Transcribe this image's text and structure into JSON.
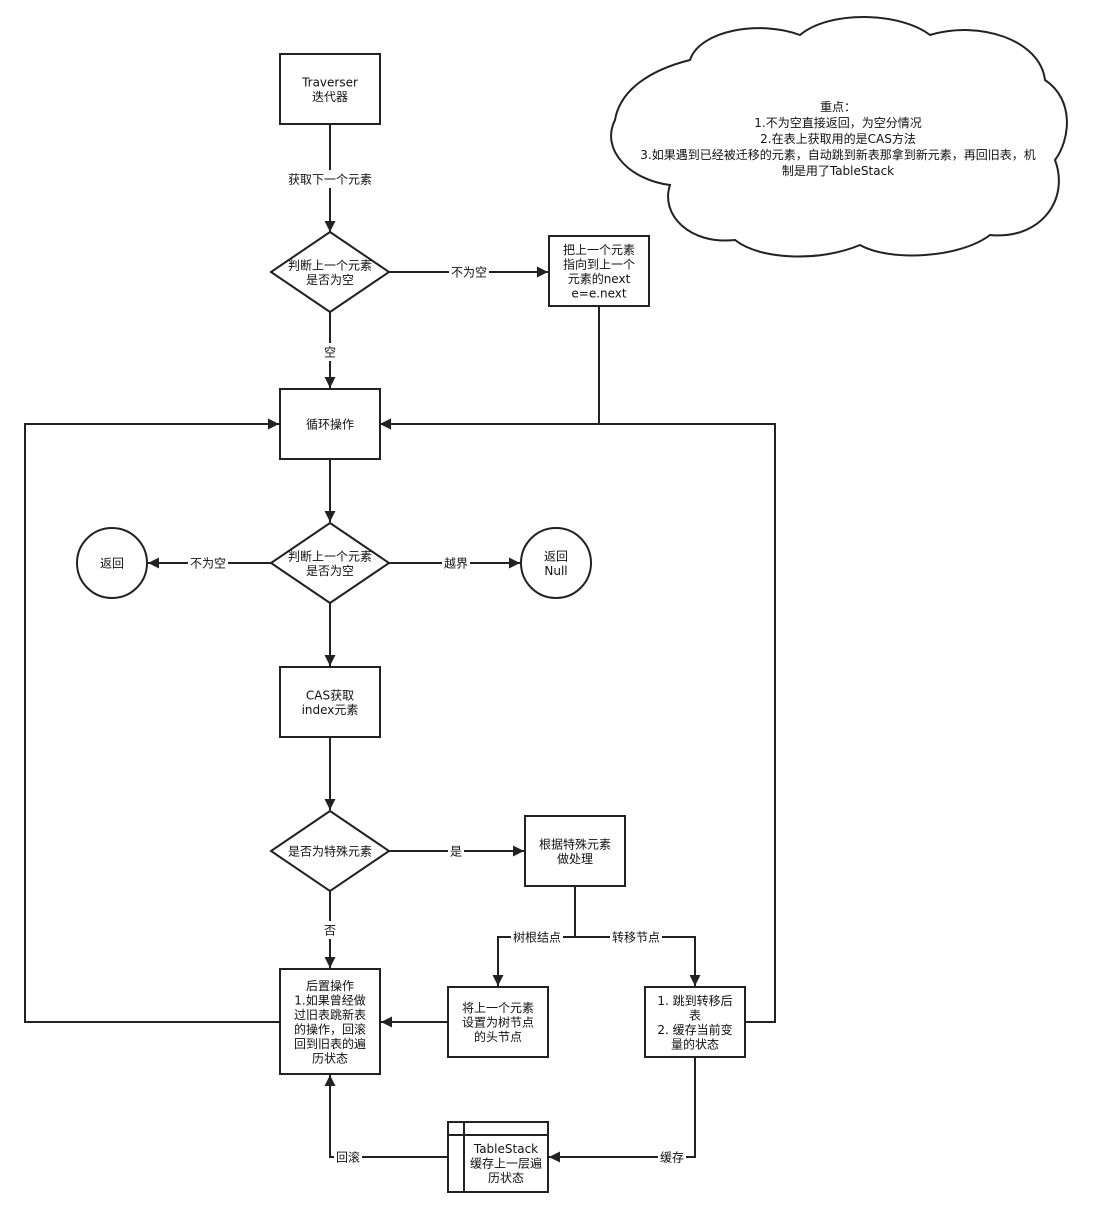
{
  "note": {
    "lines": [
      "重点：",
      "1.不为空直接返回，为空分情况",
      "2.在表上获取用的是CAS方法",
      "3.如果遇到已经被迁移的元素，自动跳到新表那拿到新元素，再回旧表，机",
      "制是用了TableStack"
    ]
  },
  "nodes": {
    "traverser": [
      "Traverser",
      "迭代器"
    ],
    "decision_prev_null": [
      "判断上一个元素",
      "是否为空"
    ],
    "set_next": [
      "把上一个元素",
      "指向到上一个",
      "元素的next",
      "e=e.next"
    ],
    "loop": [
      "循环操作"
    ],
    "decision_prev_null_2": [
      "判断上一个元素",
      "是否为空"
    ],
    "return": [
      "返回"
    ],
    "return_null": [
      "返回",
      "Null"
    ],
    "cas_get": [
      "CAS获取",
      "index元素"
    ],
    "decision_special": [
      "是否为特殊元素"
    ],
    "handle_special": [
      "根据特殊元素",
      "做处理"
    ],
    "post_op": [
      "后置操作",
      "1.如果曾经做",
      "过旧表跳新表",
      "的操作，回滚",
      "回到旧表的遍",
      "历状态"
    ],
    "set_tree_head": [
      "将上一个元素",
      "设置为树节点",
      "的头节点"
    ],
    "jump_forward": [
      "1. 跳到转移后",
      "表",
      "2. 缓存当前变",
      "量的状态"
    ],
    "table_stack": [
      "TableStack",
      "缓存上一层遍",
      "历状态"
    ]
  },
  "edges": {
    "get_next": "获取下一个元素",
    "not_null_1": "不为空",
    "null_1": "空",
    "not_null_2": "不为空",
    "out_of_bounds": "越界",
    "yes": "是",
    "no": "否",
    "tree_root": "树根结点",
    "forward_node": "转移节点",
    "cache": "缓存",
    "rollback": "回滚"
  }
}
